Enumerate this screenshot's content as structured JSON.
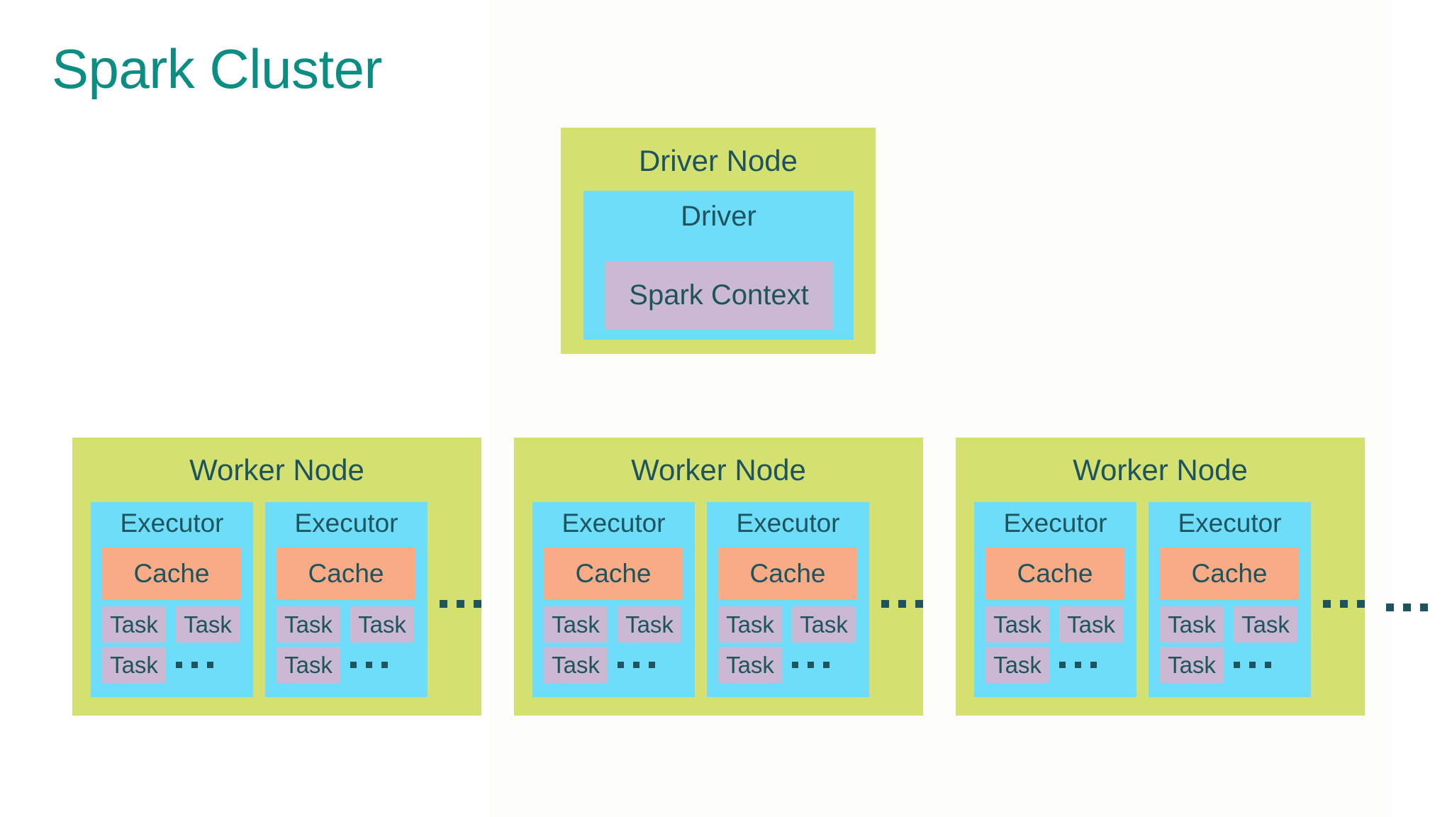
{
  "page": {
    "title": "Spark Cluster",
    "title_color": "#0c8d83",
    "background_color": "#ffffff"
  },
  "colors": {
    "node_green": "#d4e171",
    "box_blue": "#6eddf9",
    "cache_orange": "#f8ab84",
    "task_purple": "#cbb9d3",
    "text_teal": "#1e545e",
    "title_teal": "#0c8d83"
  },
  "driver_node": {
    "label": "Driver Node",
    "driver": {
      "label": "Driver",
      "spark_context": {
        "label": "Spark Context"
      }
    }
  },
  "worker_nodes": [
    {
      "label": "Worker Node",
      "executors": [
        {
          "label": "Executor",
          "cache": "Cache",
          "tasks": [
            "Task",
            "Task",
            "Task"
          ],
          "more_tasks": "..."
        },
        {
          "label": "Executor",
          "cache": "Cache",
          "tasks": [
            "Task",
            "Task",
            "Task"
          ],
          "more_tasks": "..."
        }
      ],
      "more_executors": "..."
    },
    {
      "label": "Worker Node",
      "executors": [
        {
          "label": "Executor",
          "cache": "Cache",
          "tasks": [
            "Task",
            "Task",
            "Task"
          ],
          "more_tasks": "..."
        },
        {
          "label": "Executor",
          "cache": "Cache",
          "tasks": [
            "Task",
            "Task",
            "Task"
          ],
          "more_tasks": "..."
        }
      ],
      "more_executors": "..."
    },
    {
      "label": "Worker Node",
      "executors": [
        {
          "label": "Executor",
          "cache": "Cache",
          "tasks": [
            "Task",
            "Task",
            "Task"
          ],
          "more_tasks": "..."
        },
        {
          "label": "Executor",
          "cache": "Cache",
          "tasks": [
            "Task",
            "Task",
            "Task"
          ],
          "more_tasks": "..."
        }
      ],
      "more_executors": "..."
    }
  ],
  "more_worker_nodes": "..."
}
